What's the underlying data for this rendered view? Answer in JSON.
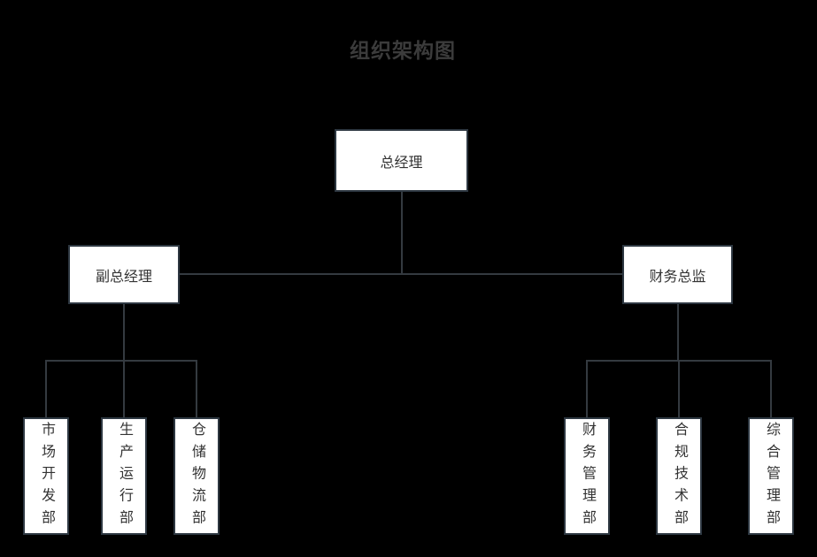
{
  "title": "组织架构图",
  "colors": {
    "background": "#000000",
    "node_fill": "#ffffff",
    "node_border": "#2d3741",
    "connector": "#343a40",
    "node_text": "#333333",
    "title_text": "#3b3b3b"
  },
  "org": {
    "root": {
      "label": "总经理",
      "children": [
        {
          "label": "副总经理",
          "children": [
            {
              "label": "市场开发部"
            },
            {
              "label": "生产运行部"
            },
            {
              "label": "仓储物流部"
            }
          ]
        },
        {
          "label": "财务总监",
          "children": [
            {
              "label": "财务管理部"
            },
            {
              "label": "合规技术部"
            },
            {
              "label": "综合管理部"
            }
          ]
        }
      ]
    }
  }
}
